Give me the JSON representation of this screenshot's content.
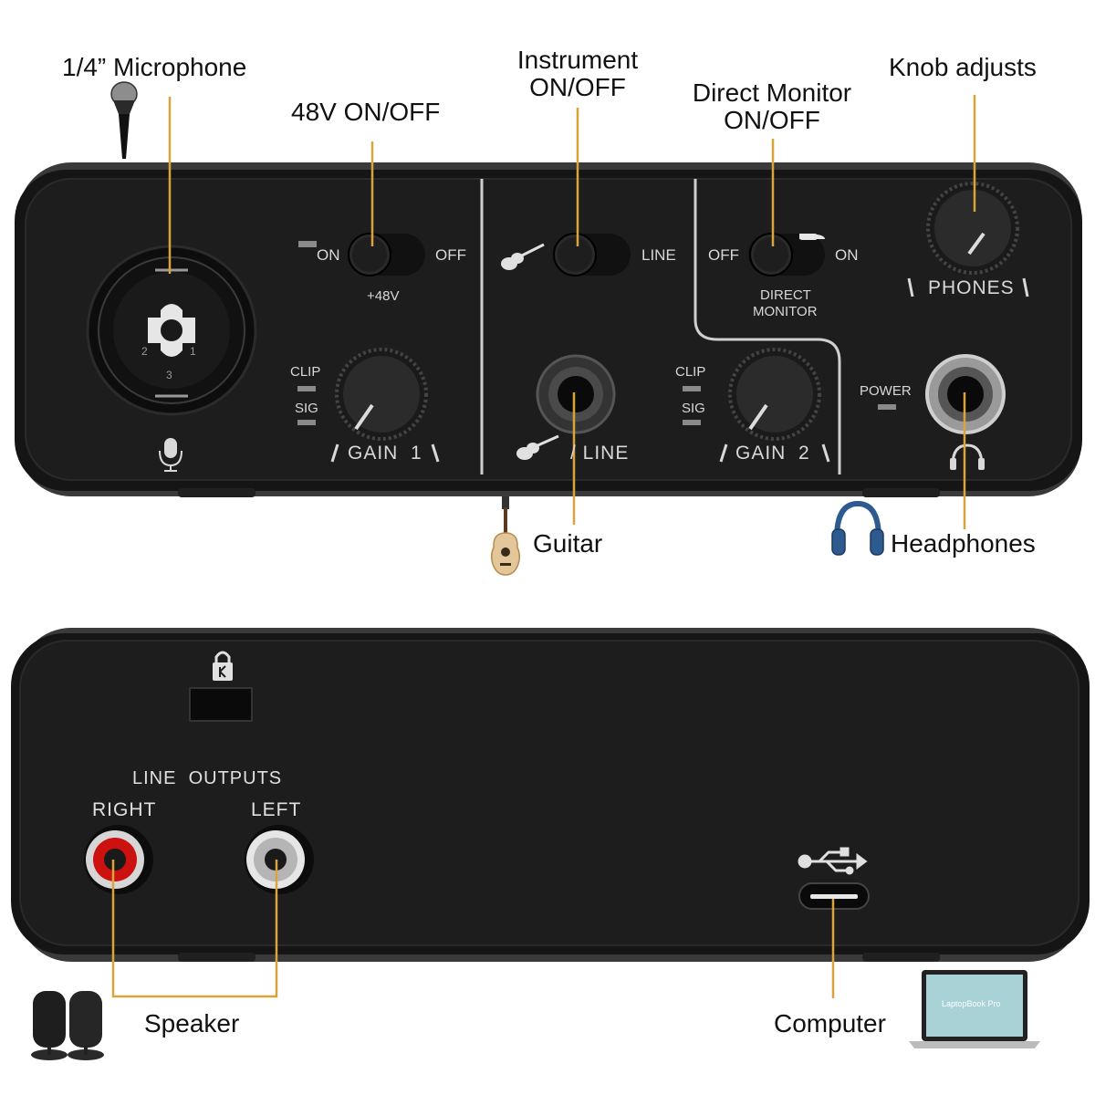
{
  "callouts": {
    "microphone": "1/4” Microphone",
    "phantom": "48V ON/OFF",
    "instrument_line1": "Instrument",
    "instrument_line2": "ON/OFF",
    "direct_monitor_line1": "Direct Monitor",
    "direct_monitor_line2": "ON/OFF",
    "knob_adjusts": "Knob adjusts",
    "guitar": "Guitar",
    "headphones": "Headphones",
    "speaker": "Speaker",
    "computer": "Computer"
  },
  "front_panel": {
    "switch_48v": {
      "on": "ON",
      "off": "OFF",
      "caption": "+48V"
    },
    "switch_inst": {
      "right": "LINE"
    },
    "switch_dm": {
      "off": "OFF",
      "on": "ON",
      "caption_line1": "DIRECT",
      "caption_line2": "MONITOR"
    },
    "phones_label": "PHONES",
    "ch1": {
      "clip": "CLIP",
      "sig": "SIG",
      "gain": "GAIN  1"
    },
    "ch2": {
      "clip": "CLIP",
      "sig": "SIG",
      "gain": "GAIN  2"
    },
    "line_label": "/ LINE",
    "power_label": "POWER",
    "xlr_pins": {
      "pin1": "1",
      "pin2": "2",
      "pin3": "3"
    }
  },
  "rear_panel": {
    "line_outputs": "LINE  OUTPUTS",
    "right": "RIGHT",
    "left": "LEFT"
  },
  "laptop_screen_text": "LaptopBook Pro",
  "colors": {
    "panel": "#1b1b1b",
    "panel_edge": "#2e2e2e",
    "callout_line": "#d9a53a",
    "rca_right": "#cc1111",
    "rca_left": "#d0d0d0",
    "headphones": "#2d5a8f",
    "guitar_body": "#e3c79b"
  },
  "icons": [
    "microphone-icon",
    "guitar-icon",
    "headphones-icon",
    "speakers-icon",
    "laptop-icon",
    "usb-icon",
    "lock-icon",
    "mic-symbol-icon",
    "headphone-symbol-icon"
  ]
}
